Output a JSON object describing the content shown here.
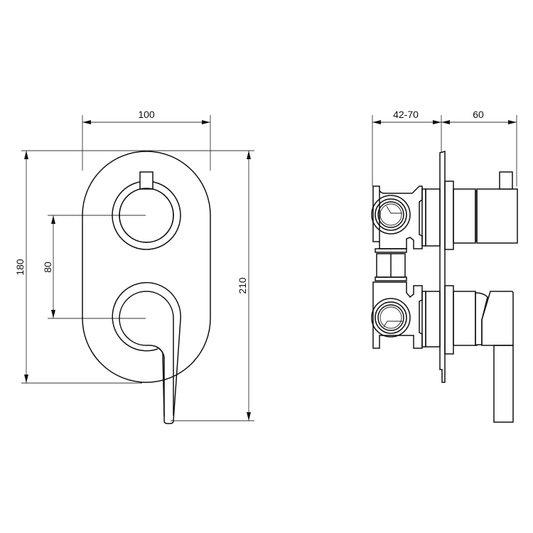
{
  "drawing": {
    "type": "technical-drawing",
    "subject": "concealed shower mixer valve with two controls (front view and side view)",
    "front_view": {
      "dimensions": {
        "width": "100",
        "plate_height": "180",
        "center_distance": "80",
        "total_height": "210"
      }
    },
    "side_view": {
      "dimensions": {
        "wall_depth": "42-70",
        "projection": "60"
      }
    },
    "colors": {
      "line": "#111111",
      "background": "#ffffff"
    }
  }
}
